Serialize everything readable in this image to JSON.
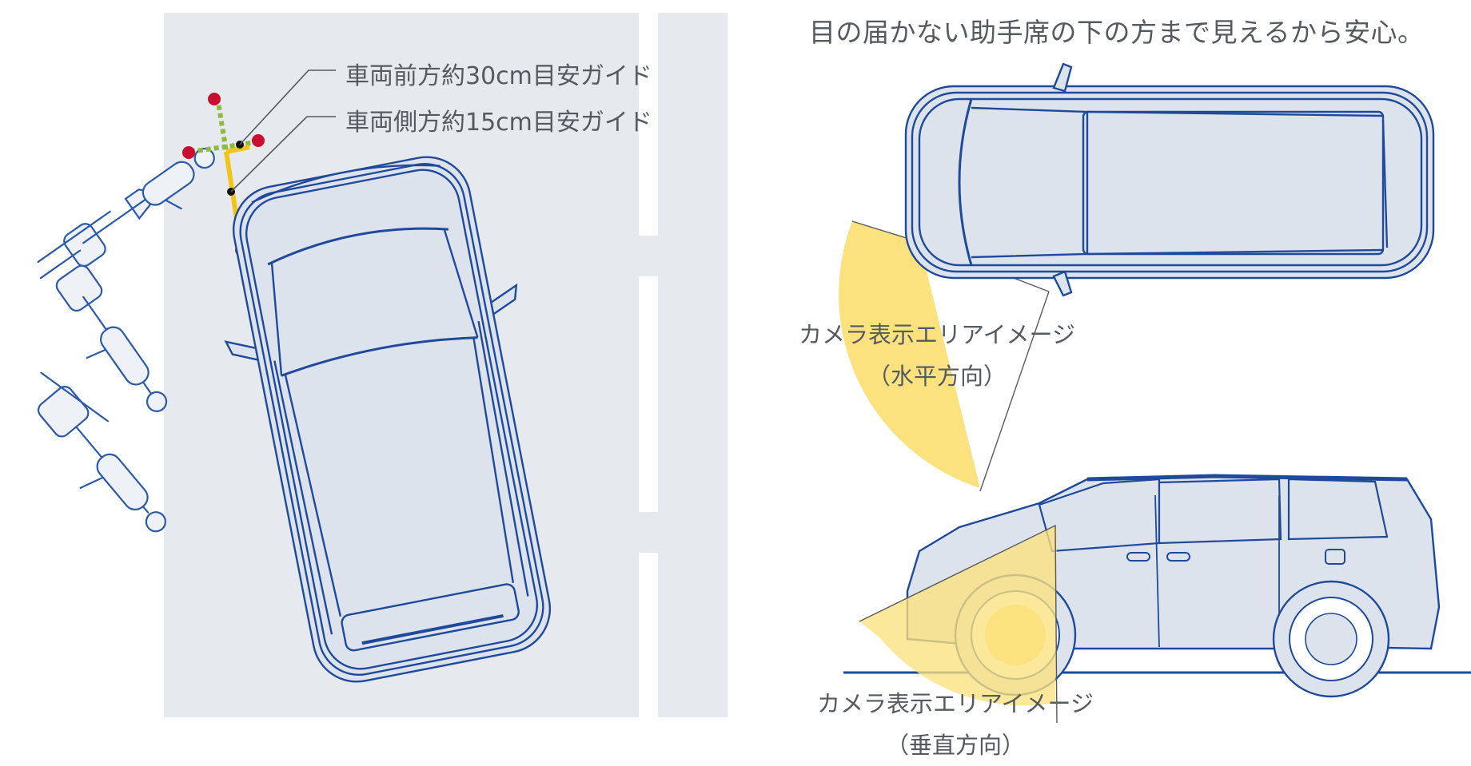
{
  "headline": "目の届かない助手席の下の方まで見えるから安心。",
  "guide_labels": [
    "車両前方約30cm目安ガイド",
    "車両側方約15cm目安ガイド"
  ],
  "camera_horizontal": {
    "line1": "カメラ表示エリアイメージ",
    "line2": "（水平方向）"
  },
  "camera_vertical": {
    "line1": "カメラ表示エリアイメージ",
    "line2": "（垂直方向）"
  },
  "colors": {
    "road": "#e6e9ee",
    "lane_marking": "#ffffff",
    "vehicle_line": "#1f4a9c",
    "vehicle_fill": "#dde3ec",
    "camera_area": "#fbe27e",
    "guide_front": "#8dbb3c",
    "guide_side": "#f0c419",
    "guide_dot": "#c8102e",
    "ground": "#1f4a9c"
  }
}
